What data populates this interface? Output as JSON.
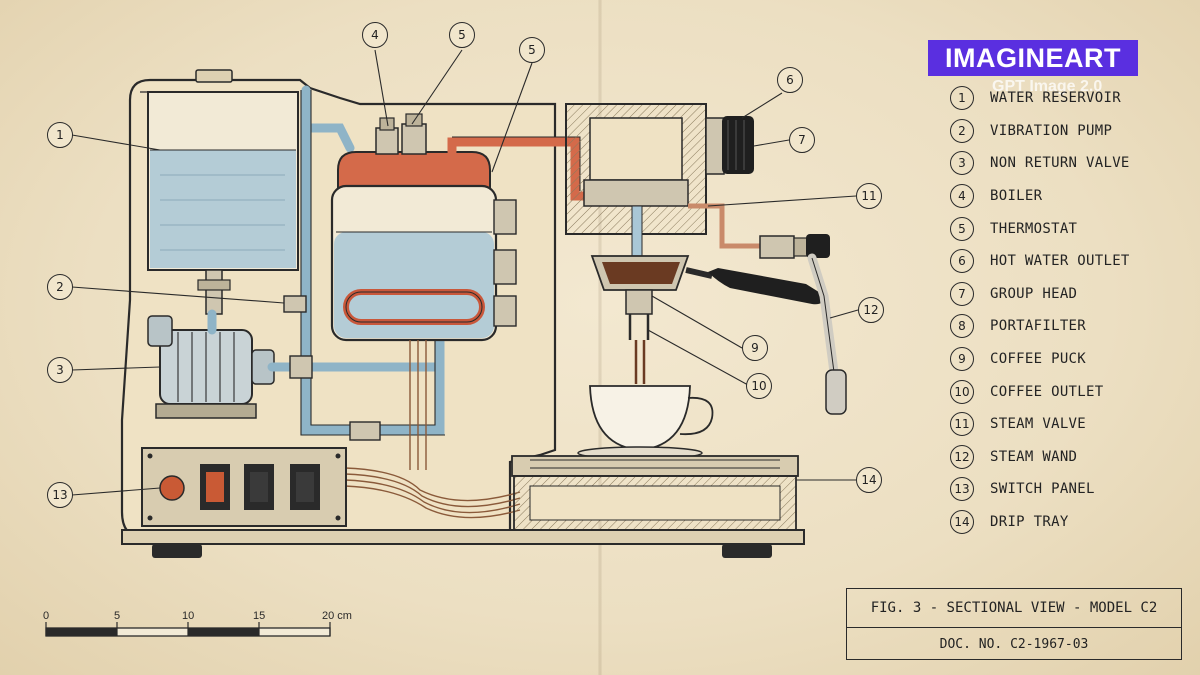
{
  "brand": {
    "name": "IMAGINEART",
    "sub": "GPT Image 2.0"
  },
  "callouts": [
    {
      "id": "c1",
      "num": "1"
    },
    {
      "id": "c2",
      "num": "2"
    },
    {
      "id": "c3",
      "num": "3"
    },
    {
      "id": "c4",
      "num": "4"
    },
    {
      "id": "c5a",
      "num": "5"
    },
    {
      "id": "c5b",
      "num": "5"
    },
    {
      "id": "c6",
      "num": "6"
    },
    {
      "id": "c7",
      "num": "7"
    },
    {
      "id": "c9",
      "num": "9"
    },
    {
      "id": "c10",
      "num": "10"
    },
    {
      "id": "c11",
      "num": "11"
    },
    {
      "id": "c12",
      "num": "12"
    },
    {
      "id": "c13",
      "num": "13"
    },
    {
      "id": "c14",
      "num": "14"
    }
  ],
  "legend": [
    {
      "num": "1",
      "label": "WATER RESERVOIR"
    },
    {
      "num": "2",
      "label": "VIBRATION PUMP"
    },
    {
      "num": "3",
      "label": "NON RETURN VALVE"
    },
    {
      "num": "4",
      "label": "BOILER"
    },
    {
      "num": "5",
      "label": "THERMOSTAT"
    },
    {
      "num": "6",
      "label": "HOT WATER OUTLET"
    },
    {
      "num": "7",
      "label": "GROUP HEAD"
    },
    {
      "num": "8",
      "label": "PORTAFILTER"
    },
    {
      "num": "9",
      "label": "COFFEE PUCK"
    },
    {
      "num": "10",
      "label": "COFFEE OUTLET"
    },
    {
      "num": "11",
      "label": "STEAM VALVE"
    },
    {
      "num": "12",
      "label": "STEAM WAND"
    },
    {
      "num": "13",
      "label": "SWITCH PANEL"
    },
    {
      "num": "14",
      "label": "DRIP TRAY"
    }
  ],
  "title_block": {
    "title": "FIG. 3 - SECTIONAL VIEW - MODEL C2",
    "doc": "DOC. NO. C2-1967-03"
  },
  "scale": {
    "labels": [
      "0",
      "5",
      "10",
      "15",
      "20 cm"
    ]
  },
  "colors": {
    "water": "#a9c7d6",
    "hot": "#d46a4a",
    "ink": "#2a2a2a",
    "brand": "#5a2fe0"
  }
}
